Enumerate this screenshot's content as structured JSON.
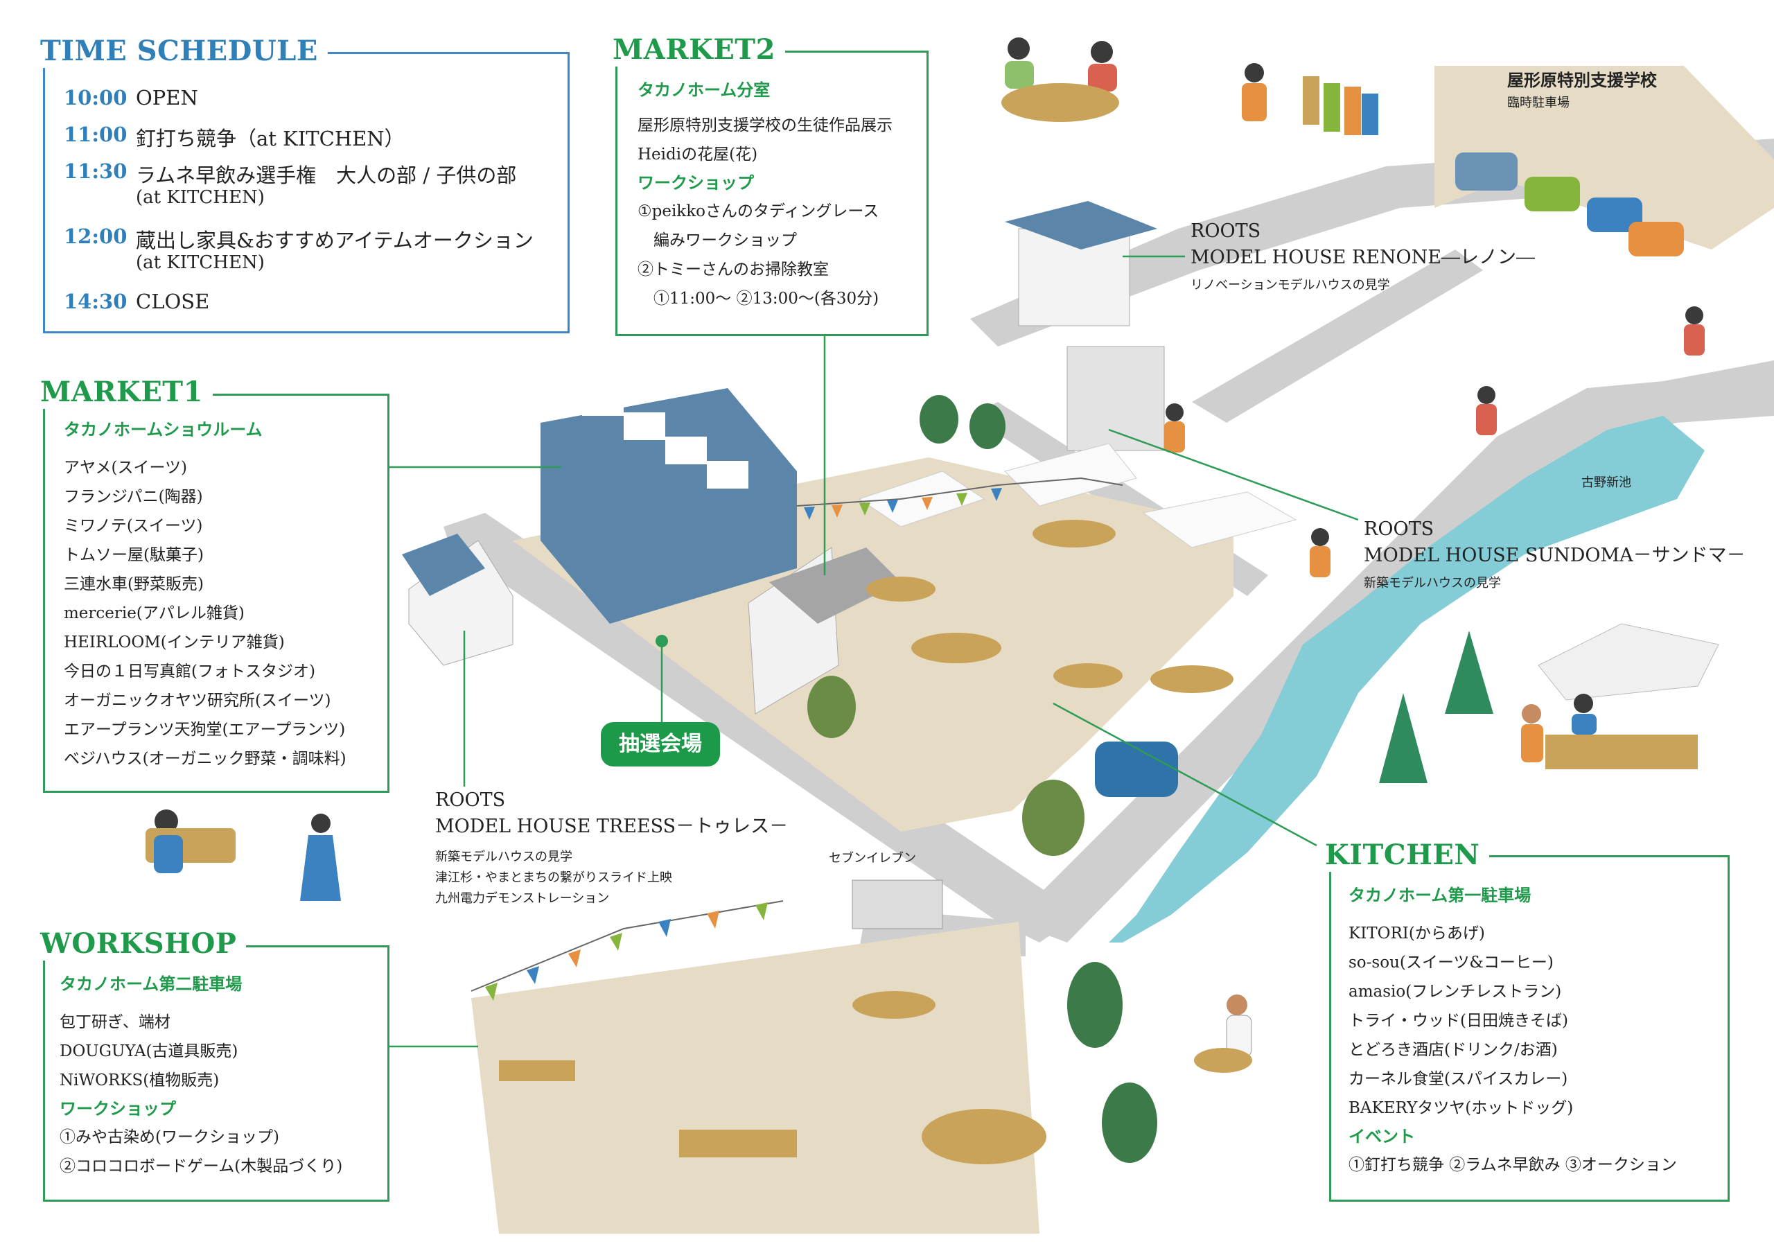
{
  "colors": {
    "accent_green": "#1f9a4b",
    "accent_blue": "#2f7fb8",
    "river": "#84ccd6",
    "ground": "#e6dcc6",
    "road": "#cfcfcf"
  },
  "schedule": {
    "title": "TIME SCHEDULE",
    "items": [
      {
        "time": "10:00",
        "text": "OPEN"
      },
      {
        "time": "11:00",
        "text": "釘打ち競争（at KITCHEN）"
      },
      {
        "time": "11:30",
        "text": "ラムネ早飲み選手権　大人の部 / 子供の部",
        "text2": "(at KITCHEN)"
      },
      {
        "time": "12:00",
        "text": "蔵出し家具&おすすめアイテムオークション",
        "text2": "(at KITCHEN)"
      },
      {
        "time": "14:30",
        "text": "CLOSE"
      }
    ]
  },
  "market2": {
    "title": "MARKET2",
    "venue": "タカノホーム分室",
    "lines": [
      "屋形原特別支援学校の生徒作品展示",
      "Heidiの花屋(花)"
    ],
    "workshop_label": "ワークショップ",
    "workshops": [
      "①peikkoさんのタディングレース",
      "　編みワークショップ",
      "②トミーさんのお掃除教室",
      "　①11:00〜 ②13:00〜(各30分)"
    ]
  },
  "market1": {
    "title": "MARKET1",
    "venue": "タカノホームショウルーム",
    "shops": [
      "アヤメ(スイーツ)",
      "フランジパニ(陶器)",
      "ミワノテ(スイーツ)",
      "トムソー屋(駄菓子)",
      "三連水車(野菜販売)",
      "mercerie(アパレル雑貨)",
      "HEIRLOOM(インテリア雑貨)",
      "今日の１日写真館(フォトスタジオ)",
      "オーガニックオヤツ研究所(スイーツ)",
      "エアープランツ天狗堂(エアープランツ)",
      "ベジハウス(オーガニック野菜・調味料)"
    ]
  },
  "workshop": {
    "title": "WORKSHOP",
    "venue": "タカノホーム第二駐車場",
    "lines": [
      "包丁研ぎ、端材",
      "DOUGUYA(古道具販売)",
      "NiWORKS(植物販売)"
    ],
    "workshop_label": "ワークショップ",
    "workshops": [
      "①みや古染め(ワークショップ)",
      "②コロコロボードゲーム(木製品づくり)"
    ]
  },
  "kitchen": {
    "title": "KITCHEN",
    "venue": "タカノホーム第一駐車場",
    "shops": [
      "KITORI(からあげ)",
      "so-sou(スイーツ&コーヒー)",
      "amasio(フレンチレストラン)",
      "トライ・ウッド(日田焼きそば)",
      "とどろき酒店(ドリンク/お酒)",
      "カーネル食堂(スパイスカレー)",
      "BAKERYタツヤ(ホットドッグ)"
    ],
    "event_label": "イベント",
    "events": "①釘打ち競争 ②ラムネ早飲み ③オークション"
  },
  "places": {
    "school": {
      "name": "屋形原特別支援学校",
      "sub": "臨時駐車場"
    },
    "renone": {
      "line1": "ROOTS",
      "line2": "MODEL HOUSE RENONE―レノン―",
      "sub": "リノベーションモデルハウスの見学"
    },
    "sundoma": {
      "line1": "ROOTS",
      "line2": "MODEL HOUSE SUNDOMA－サンドマ－",
      "sub": "新築モデルハウスの見学"
    },
    "treess": {
      "line1": "ROOTS",
      "line2": "MODEL HOUSE TREESS－トゥレス－",
      "subs": [
        "新築モデルハウスの見学",
        "津江杉・やまとまちの繋がりスライド上映",
        "九州電力デモンストレーション"
      ]
    },
    "pond": "古野新池",
    "seven": "セブンイレブン",
    "lottery": "抽選会場"
  }
}
